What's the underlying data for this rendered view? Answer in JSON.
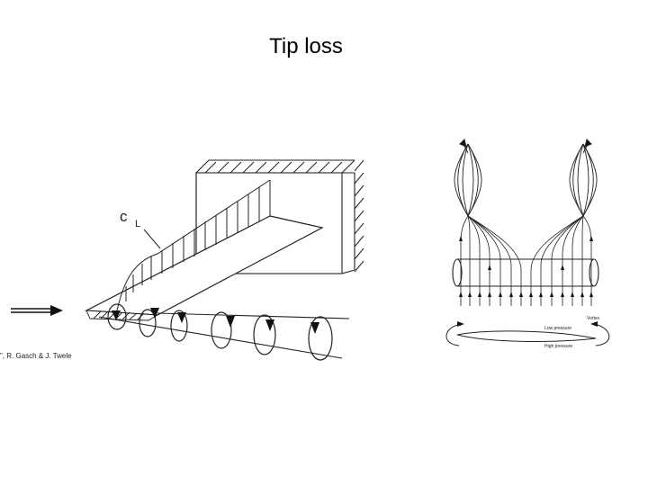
{
  "slide": {
    "title": "Tip loss",
    "credit": "\", R. Gasch & J. Twele"
  },
  "left_diagram": {
    "cl_label_c": "c",
    "cl_label_l": "L"
  },
  "right_diagram": {
    "vortex_label": "Vortex",
    "low_pressure_label": "Low pressure",
    "high_pressure_label": "High pressure"
  }
}
